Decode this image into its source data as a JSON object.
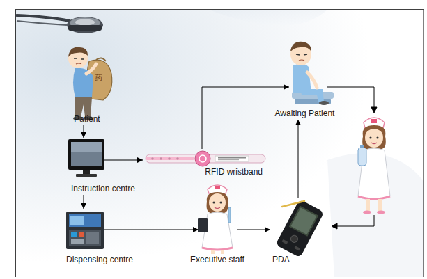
{
  "diagram": {
    "nodes": [
      {
        "text": [
          "Patient"
        ]
      },
      {
        "text": [
          "Awaiting Patient"
        ]
      },
      {
        "text": [
          "Instruction centre"
        ]
      },
      {
        "text": [
          "RFID wristband"
        ]
      },
      {
        "text": [
          "Dispensing centre"
        ]
      },
      {
        "text": [
          "Executive staff"
        ]
      },
      {
        "text": [
          "PDA"
        ]
      }
    ],
    "edges": [
      {
        "from": 0,
        "to": 2,
        "arrow": "to"
      },
      {
        "from": 2,
        "to": 3,
        "arrow": "to"
      },
      {
        "from": 2,
        "to": 4,
        "arrow": "to"
      },
      {
        "from": 4,
        "to": 5,
        "arrow": "to"
      },
      {
        "from": 5,
        "to": 6,
        "arrow": "to"
      },
      {
        "from": 3,
        "to": 1,
        "arrow": "to"
      },
      {
        "from": 6,
        "to": 1,
        "arrow": "to"
      }
    ],
    "labels": [
      "药"
    ]
  }
}
